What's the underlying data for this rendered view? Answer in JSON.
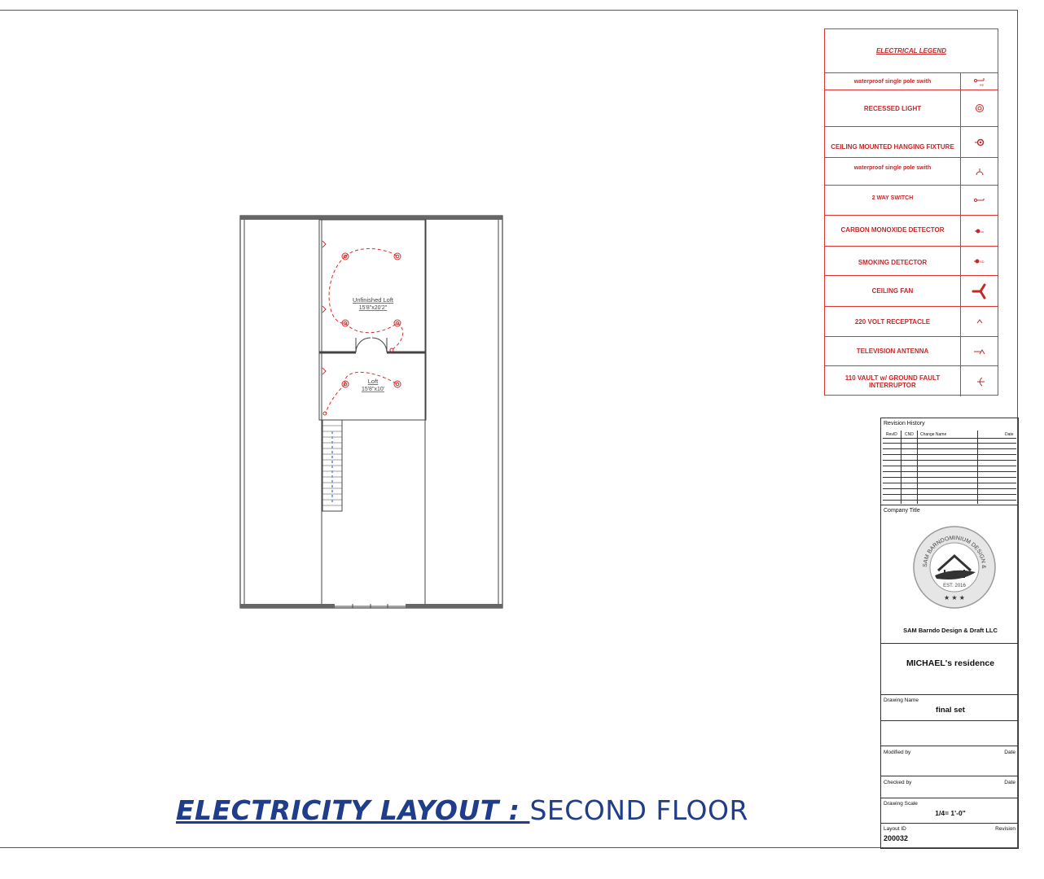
{
  "sheet_title": {
    "main": "ELECTRICITY LAYOUT : ",
    "sub": "SECOND FLOOR"
  },
  "rooms": [
    {
      "name": "Unfinished Loft",
      "size": "15'8\"x20'2\""
    },
    {
      "name": "Loft",
      "size": "15'8\"x10'"
    }
  ],
  "legend": {
    "title": "ELECTRICAL LEGEND",
    "items": [
      {
        "label": "waterproof single pole swith",
        "icon": "waterproof-switch-wp-icon"
      },
      {
        "label": "RECESSED LIGHT",
        "icon": "recessed-light-icon"
      },
      {
        "label": "CEILING MOUNTED HANGING FIXTURE",
        "icon": "hanging-fixture-icon"
      },
      {
        "label": "waterproof single pole swith",
        "icon": "waterproof-switch-icon"
      },
      {
        "label": "2 WAY SWITCH",
        "icon": "two-way-switch-icon"
      },
      {
        "label": "CARBON MONOXIDE DETECTOR",
        "icon": "co-detector-icon"
      },
      {
        "label": "SMOKING DETECTOR",
        "icon": "smoke-detector-icon"
      },
      {
        "label": "CEILING FAN",
        "icon": "ceiling-fan-icon"
      },
      {
        "label": "220 VOLT RECEPTACLE",
        "icon": "receptacle-220-icon"
      },
      {
        "label": "TELEVISION ANTENNA",
        "icon": "tv-antenna-icon"
      },
      {
        "label": "110 VAULT w/ GROUND FAULT INTERRUPTOR",
        "icon": "gfi-receptacle-icon"
      }
    ]
  },
  "title_block": {
    "revision_history_label": "Revision History",
    "revision_columns": [
      "RevID",
      "CND",
      "Change Name",
      "Date"
    ],
    "company_title_label": "Company Title",
    "logo_text": "SAM BARNDOMINIUM DESIGN & DRAFT LLC",
    "logo_est": "EST. 2016",
    "company_name": "SAM Barndo Design & Draft LLC",
    "project_name": "MICHAEL's  residence",
    "drawing_name_label": "Drawing Name",
    "drawing_name": "final set",
    "modified_by_label": "Modified by",
    "checked_by_label": "Checked by",
    "date_label": "Date",
    "drawing_scale_label": "Drawing Scale",
    "drawing_scale": "1/4= 1'-0\"",
    "layout_id_label": "Layout ID",
    "layout_id": "200032",
    "revision_label": "Revision"
  },
  "colors": {
    "electrical": "#d32f2f",
    "title": "#1f3d8a",
    "linework": "#333333"
  }
}
